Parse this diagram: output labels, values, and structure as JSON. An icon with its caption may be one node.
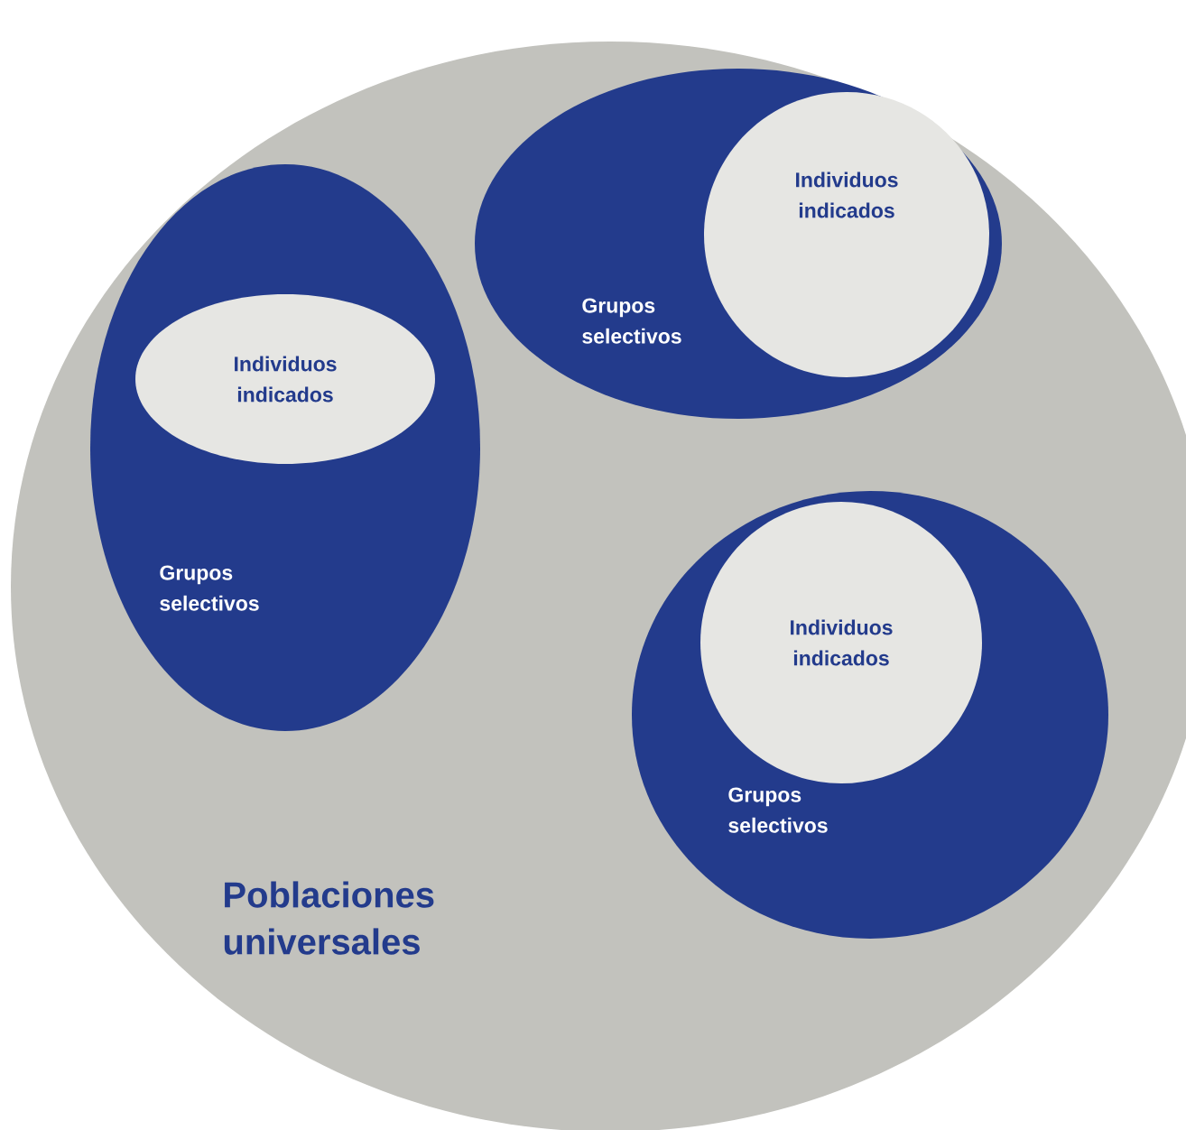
{
  "diagram": {
    "nodes": [
      {
        "text": [
          "Poblaciones universales"
        ]
      },
      {
        "text": [
          "Grupos selectivos"
        ],
        "in": 0
      },
      {
        "text": [
          "Individuos indicados"
        ],
        "in": 1
      },
      {
        "text": [
          "Grupos selectivos"
        ],
        "in": 0
      },
      {
        "text": [
          "Individuos indicados"
        ],
        "in": 3
      },
      {
        "text": [
          "Grupos selectivos"
        ],
        "in": 0
      },
      {
        "text": [
          "Individuos indicados"
        ],
        "in": 5
      }
    ]
  }
}
